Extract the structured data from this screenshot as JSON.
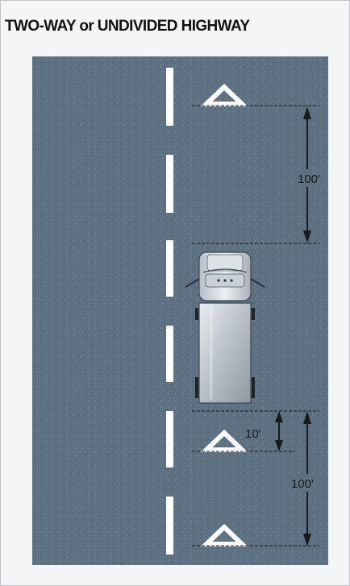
{
  "title": "TWO-WAY or UNDIVIDED HIGHWAY",
  "dimensions": {
    "front_distance": "100'",
    "rear_near_distance": "10'",
    "rear_far_distance": "100'"
  },
  "colors": {
    "road": "#5e7183",
    "lane_marking": "#ffffff",
    "triangle": "#ffffff",
    "background": "#f4f5f6",
    "dimension_line": "#1a1a1a"
  },
  "icons": {
    "vehicle": "truck-icon",
    "warning_device": "warning-triangle-icon"
  }
}
